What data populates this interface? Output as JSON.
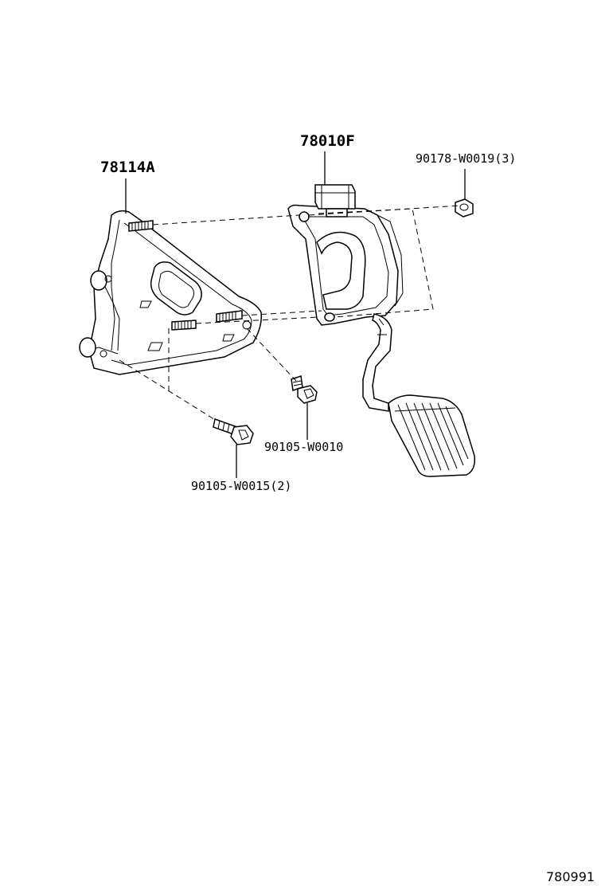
{
  "parts": {
    "bracket_label": "78114A",
    "pedal_label": "78010F",
    "nut_label": "90178-W0019(3)",
    "bolt_label": "90105-W0010",
    "bolt2_label": "90105-W0015(2)"
  },
  "illustration_code": "780991"
}
